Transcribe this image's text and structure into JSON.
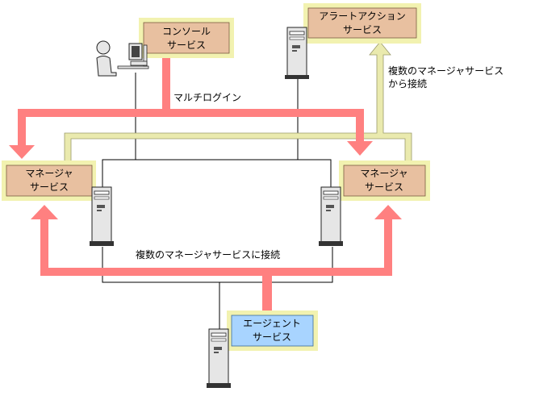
{
  "colors": {
    "multi_login_arrow": "#ff8080",
    "alert_arrow": "#eaeaae",
    "service_box_fill": "#e8c0a0",
    "service_box_frame": "#f2f2b0",
    "agent_box_fill": "#a8d4ff",
    "agent_box_frame": "#f2f2b0",
    "line": "#000000"
  },
  "nodes": {
    "console": {
      "line1": "コンソール",
      "line2": "サービス",
      "icon": "user-at-workstation-icon"
    },
    "alert": {
      "line1": "アラートアクション",
      "line2": "サービス",
      "icon": "server-tower-icon"
    },
    "manager_left": {
      "line1": "マネージャ",
      "line2": "サービス",
      "icon": "server-tower-icon"
    },
    "manager_right": {
      "line1": "マネージャ",
      "line2": "サービス",
      "icon": "server-tower-icon"
    },
    "agent": {
      "line1": "エージェント",
      "line2": "サービス",
      "icon": "server-tower-icon"
    }
  },
  "labels": {
    "multi_login": "マルチログイン",
    "alert_connect_line1": "複数のマネージャサービス",
    "alert_connect_line2": "から接続",
    "agent_connect": "複数のマネージャサービスに接続"
  }
}
